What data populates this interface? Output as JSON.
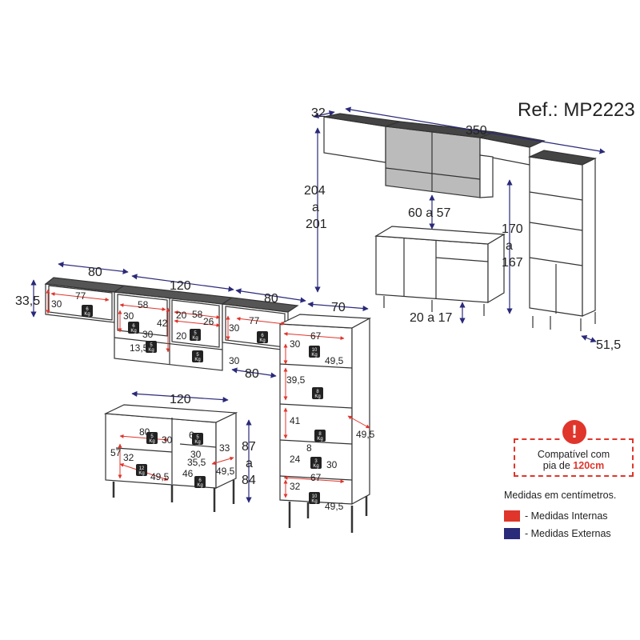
{
  "reference": "Ref.: MP2223",
  "colors": {
    "internal": "#e0352b",
    "external": "#2a2a7a",
    "outline": "#333333"
  },
  "compatibility": {
    "icon": "exclamation-icon",
    "line1": "Compatível com",
    "line2_prefix": "pia de ",
    "line2_value": "120cm"
  },
  "legend": {
    "title": "Medidas em centímetros.",
    "internal_label": "- Medidas Internas",
    "external_label": "- Medidas Externas"
  },
  "external_dims": {
    "top_depth": "32",
    "top_width": "350",
    "wall_height_a": "204",
    "wall_height_sep": "a",
    "wall_height_b": "201",
    "sink_gap": "60 a 57",
    "tower_height_a": "170",
    "tower_height_sep": "a",
    "tower_height_b": "167",
    "sink_feet": "20 a 17",
    "tower_depth": "51,5",
    "module_80_left": "80",
    "module_120_top": "120",
    "module_80_mid": "80",
    "module_70": "70",
    "module_33_5": "33,5",
    "module_80_lower": "80",
    "base_120": "120",
    "base_height_a": "87",
    "base_height_sep": "a",
    "base_height_b": "84"
  },
  "internal_dims": {
    "m1_77": "77",
    "m1_30": "30",
    "m2_58a": "58",
    "m2_30a": "30",
    "m2_42": "42",
    "m2_30b": "30",
    "m2_13_5": "13,5",
    "m2_20a": "20",
    "m2_58b": "58",
    "m2_26": "26",
    "m2_20b": "20",
    "m2_30c": "30",
    "m3_30": "30",
    "m3_77": "77",
    "t_67a": "67",
    "t_30": "30",
    "t_49_5a": "49,5",
    "t_39_5": "39,5",
    "t_41": "41",
    "t_49_5b": "49,5",
    "t_8": "8",
    "t_24": "24",
    "t_30b": "30",
    "t_67b": "67",
    "t_32": "32",
    "t_49_5c": "49,5",
    "b_80": "80",
    "b_30a": "30",
    "b_6": "6",
    "b_57": "57",
    "b_32": "32",
    "b_30b": "30",
    "b_33": "33",
    "b_35_5": "35,5",
    "b_46": "46",
    "b_49_5a": "49,5",
    "b_49_5b": "49,5"
  },
  "weights": {
    "w6": "6",
    "w5": "5",
    "w10": "10",
    "w12": "12",
    "w8": "8",
    "w3": "3",
    "unit": "Kg"
  }
}
